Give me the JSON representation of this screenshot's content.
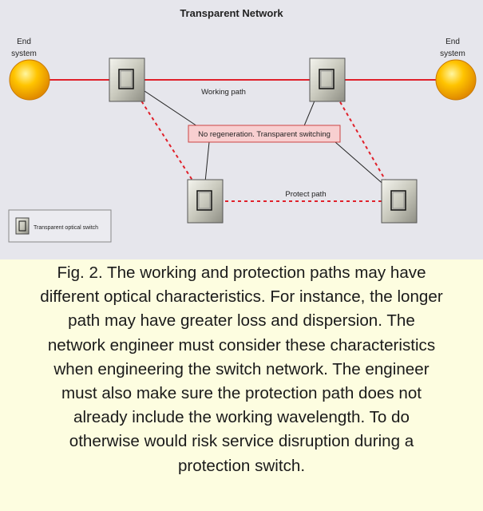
{
  "diagram": {
    "title": "Transparent Network",
    "end_system_left": [
      "End",
      "system"
    ],
    "end_system_right": [
      "End",
      "system"
    ],
    "working_path_label": "Working path",
    "protect_path_label": "Protect path",
    "callout_label": "No regeneration. Transparent switching",
    "legend_label": "Transparent optical switch",
    "colors": {
      "background": "#e6e6ec",
      "working_path": "#e0212b",
      "protect_path": "#e0212b",
      "callout_fill": "#f8cfd0",
      "end_system": "#f5b400",
      "switch_box": "#c9c9bd",
      "caption_bg": "#fdfde0"
    },
    "icons": {
      "end_system": "sun-disc-icon",
      "switch": "optical-switch-icon"
    }
  },
  "caption": {
    "lines": [
      "Fig. 2. The working and protection paths may have",
      "different optical characteristics. For instance, the longer",
      "path may have greater loss and dispersion. The",
      "network engineer must consider these characteristics",
      "when engineering the switch network. The engineer",
      "must also make sure the protection path does not",
      "already include the working wavelength. To do",
      "otherwise would risk service disruption during a",
      "protection switch."
    ]
  }
}
